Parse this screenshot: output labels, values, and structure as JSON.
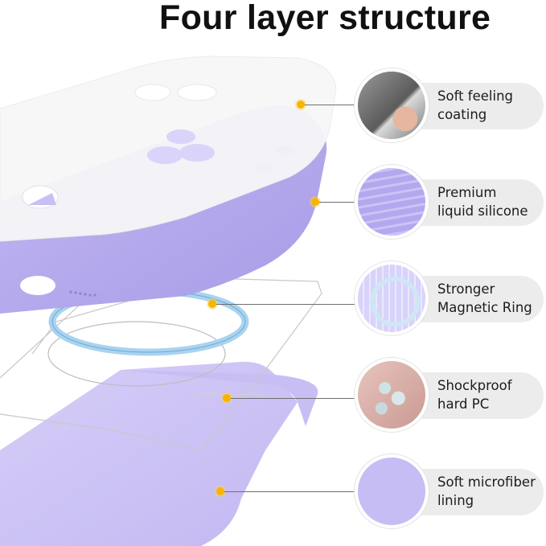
{
  "title": "Four layer structure",
  "colors": {
    "accent_dot": "#f7b500",
    "silicone_purple": "#b2a7ec",
    "lining_purple": "#cbc2f5",
    "pill_bg": "#ececec",
    "leader_line": "#6e6e6e"
  },
  "callouts": [
    {
      "line1": "Soft feeling",
      "line2": "coating",
      "icon": "spray-coating-icon"
    },
    {
      "line1": "Premium",
      "line2": "liquid silicone",
      "icon": "silicone-swirl-icon"
    },
    {
      "line1": "Stronger",
      "line2": "Magnetic Ring",
      "icon": "magnetic-ring-icon"
    },
    {
      "line1": "Shockproof",
      "line2": "hard PC",
      "icon": "pc-pellets-icon"
    },
    {
      "line1": "Soft microfiber",
      "line2": "lining",
      "icon": "microfiber-texture-icon"
    }
  ]
}
